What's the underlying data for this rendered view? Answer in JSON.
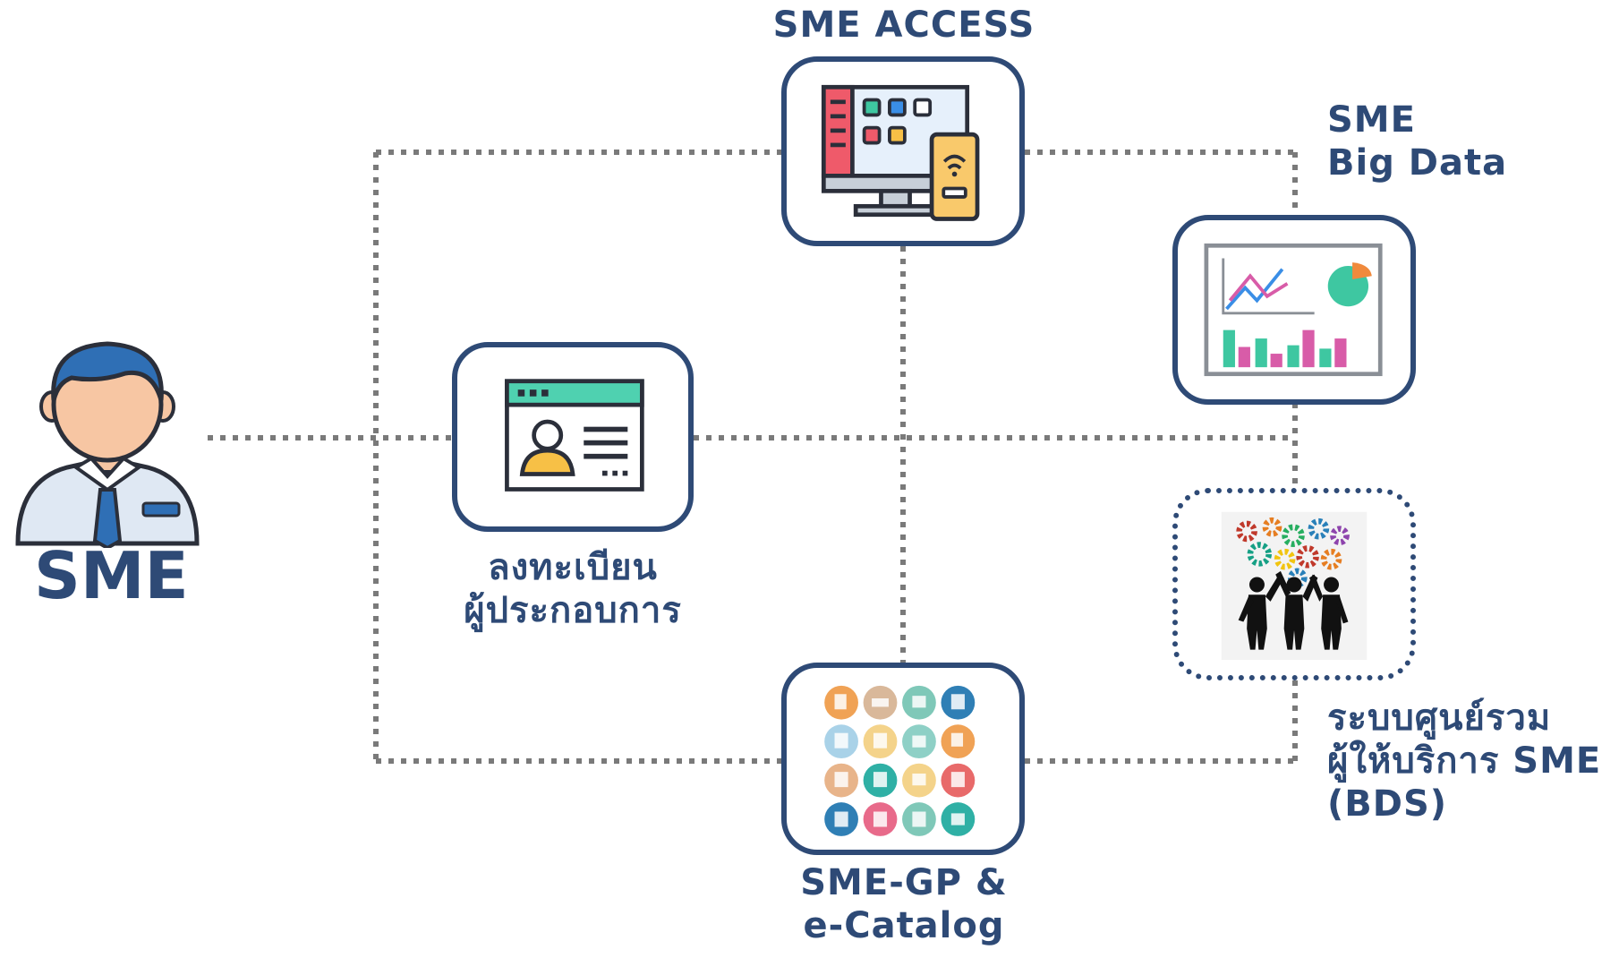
{
  "sme": {
    "label": "SME"
  },
  "registration": {
    "line1": "ลงทะเบียน",
    "line2": "ผู้ประกอบการ"
  },
  "sme_access": {
    "label": "SME ACCESS"
  },
  "big_data": {
    "line1": "SME",
    "line2": "Big Data"
  },
  "gp_catalog": {
    "line1": "SME-GP &",
    "line2": "e-Catalog"
  },
  "bds": {
    "line1": "ระบบศูนย์รวม",
    "line2": "ผู้ให้บริการ SME",
    "line3": "(BDS)"
  },
  "colors": {
    "primary": "#2e4a76",
    "connector": "#7a7a7a"
  }
}
